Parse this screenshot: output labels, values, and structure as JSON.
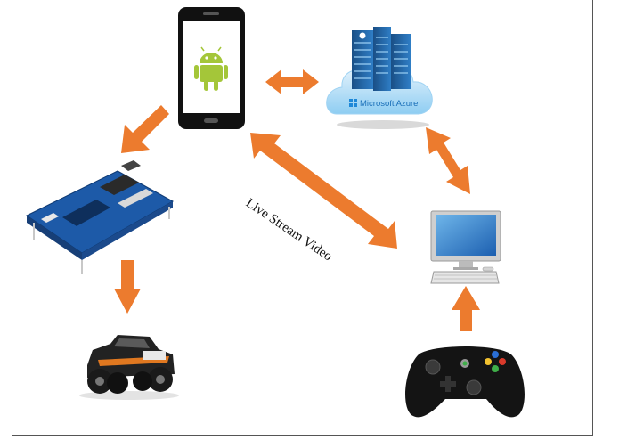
{
  "diagram": {
    "cloud_service_label": "Microsoft Azure",
    "stream_label": "Live Stream Video"
  },
  "colors": {
    "arrow": "#ec7b2e",
    "android_green": "#a4c639",
    "board_blue": "#1d5aa8",
    "azure_blue": "#1e88d8"
  },
  "nodes": [
    {
      "id": "android-phone",
      "icon": "android-phone-icon"
    },
    {
      "id": "cloud-servers",
      "icon": "cloud-server-icon"
    },
    {
      "id": "dev-board",
      "icon": "circuit-board-icon"
    },
    {
      "id": "desktop-pc",
      "icon": "monitor-icon"
    },
    {
      "id": "rc-car",
      "icon": "rc-truck-icon"
    },
    {
      "id": "game-controller",
      "icon": "gamepad-icon"
    }
  ]
}
